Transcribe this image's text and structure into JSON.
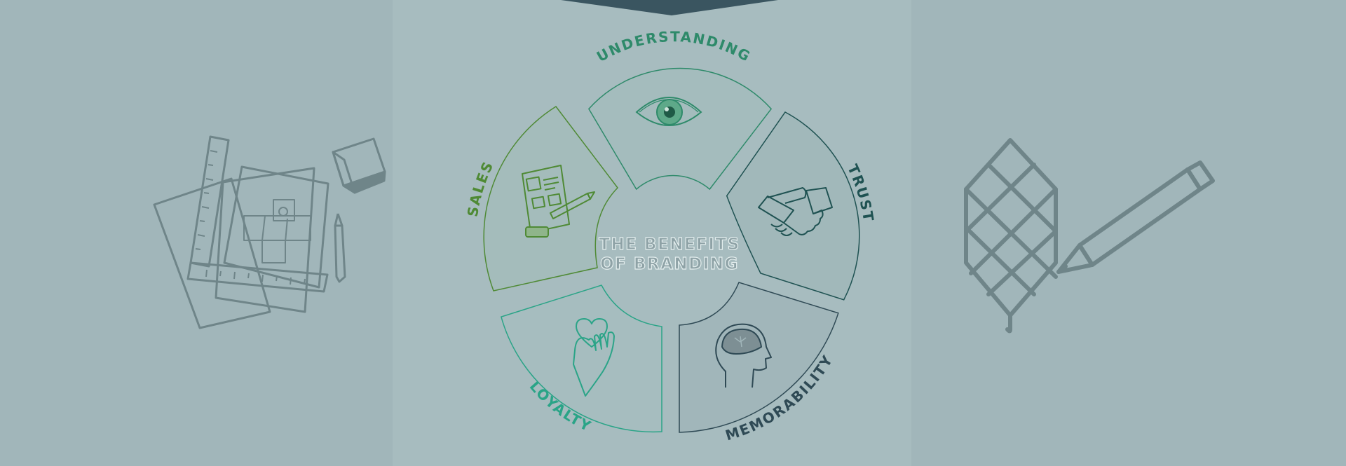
{
  "title": {
    "line1": "THE BENEFITS",
    "line2": "OF BRANDING"
  },
  "segments": [
    {
      "id": "understanding",
      "label": "UNDERSTANDING",
      "color": "#2e8a6a",
      "icon": "eye-icon"
    },
    {
      "id": "trust",
      "label": "TRUST",
      "color": "#1f5252",
      "icon": "handshake-icon"
    },
    {
      "id": "memorability",
      "label": "MEMORABILITY",
      "color": "#2f4a55",
      "icon": "brain-head-icon"
    },
    {
      "id": "loyalty",
      "label": "LOYALTY",
      "color": "#2aa487",
      "icon": "heart-hand-icon"
    },
    {
      "id": "sales",
      "label": "SALES",
      "color": "#4f8a35",
      "icon": "document-pencil-icon"
    }
  ],
  "colors": {
    "background": "#a1b6ba",
    "center_panel": "#a7bcbf",
    "top_banner": "#3a5560",
    "left_right_illustrations": "#6f8589",
    "title_outline": "#e4eeee"
  },
  "decorations": {
    "left": "drafting-tools-icon",
    "right": "geometric-leaf-pencil-icon"
  }
}
